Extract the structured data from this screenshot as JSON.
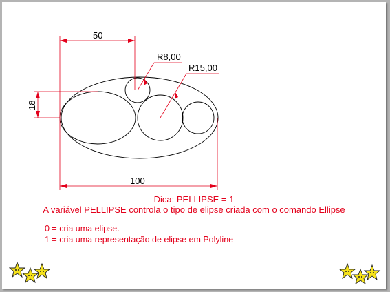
{
  "drawing": {
    "dim_top": "50",
    "dim_bottom": "100",
    "dim_left": "18",
    "radius_small": "R8,00",
    "radius_large": "R15,00"
  },
  "caption": {
    "tip": "Dica: PELLIPSE = 1",
    "description": "A variável PELLIPSE controla o tipo de elipse criada com o comando Ellipse"
  },
  "options": [
    "0 = cria uma elipse.",
    "1 = cria uma representação de elipse em Polyline"
  ],
  "icons": {
    "left": "star-cluster-icon",
    "right": "star-cluster-icon"
  },
  "colors": {
    "dimension": "#e3001b",
    "geometry": "#000000",
    "text": "#e3001b",
    "star": "#f5e21a"
  }
}
